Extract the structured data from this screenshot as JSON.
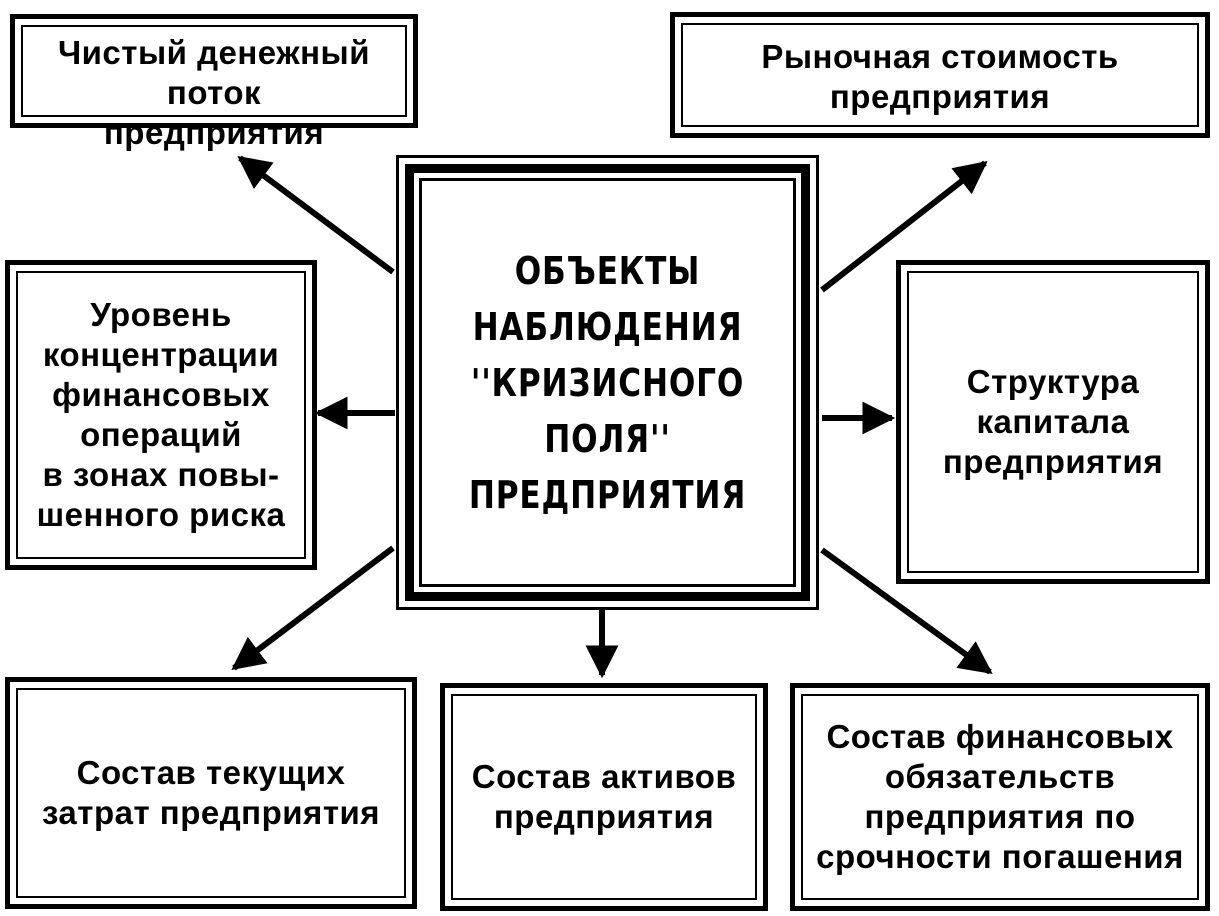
{
  "center": {
    "title": "ОБЪЕКТЫ\nНАБЛЮДЕНИЯ\n''КРИЗИСНОГО ПОЛЯ''\nПРЕДПРИЯТИЯ"
  },
  "boxes": {
    "top_left": "Чистый денежный поток\nпредприятия",
    "top_right": "Рыночная стоимость\nпредприятия",
    "mid_left": "Уровень\nконцентрации\nфинансовых\nопераций\nв зонах повы-\nшенного риска",
    "mid_right": "Структура\nкапитала\nпредприятия",
    "bottom_left": "Состав текущих\nзатрат предприятия",
    "bottom_center": "Состав активов\nпредприятия",
    "bottom_right": "Состав финансовых\nобязательств\nпредприятия по\nсрочности погашения"
  }
}
